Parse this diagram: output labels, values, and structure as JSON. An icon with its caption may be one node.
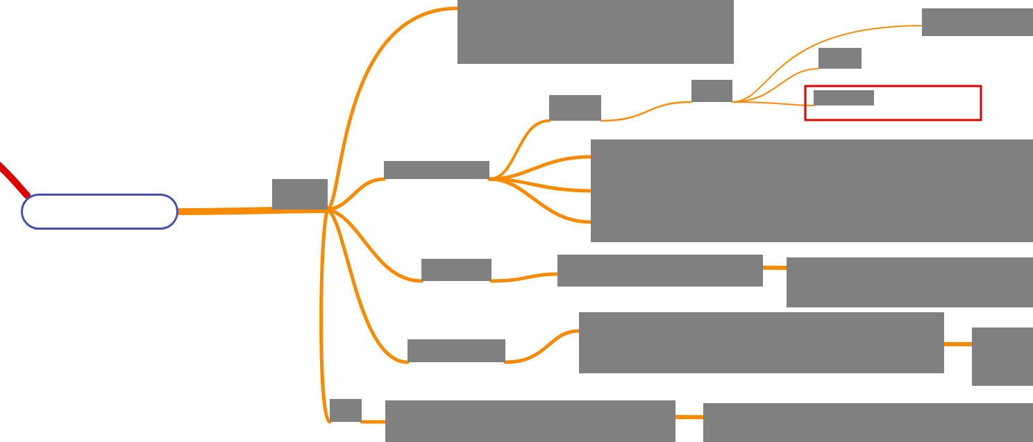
{
  "diagram": {
    "nodes": [
      {
        "text": [],
        "shape": "pill"
      },
      {
        "text": [],
        "shape": "box"
      },
      {
        "text": [],
        "shape": "box"
      },
      {
        "text": [],
        "shape": "box"
      },
      {
        "text": [],
        "shape": "box"
      },
      {
        "text": [],
        "shape": "box"
      },
      {
        "text": [],
        "shape": "box"
      },
      {
        "text": [],
        "shape": "box"
      },
      {
        "text": [],
        "shape": "box"
      },
      {
        "text": [],
        "shape": "box"
      },
      {
        "text": [],
        "shape": "box"
      },
      {
        "text": [],
        "shape": "box"
      },
      {
        "text": [],
        "shape": "box"
      },
      {
        "text": [],
        "shape": "box"
      },
      {
        "text": [],
        "shape": "box"
      },
      {
        "text": [],
        "shape": "box"
      },
      {
        "text": [],
        "shape": "box"
      },
      {
        "text": [],
        "shape": "box"
      },
      {
        "text": [],
        "shape": "box"
      }
    ],
    "edges": [
      {
        "from": null,
        "to": 0,
        "arrow": "none",
        "style": "thick",
        "color": "#dd0000"
      },
      {
        "from": 0,
        "to": 1,
        "arrow": "none",
        "style": "thick"
      },
      {
        "from": 1,
        "to": 2,
        "arrow": "none"
      },
      {
        "from": 1,
        "to": 3,
        "arrow": "none"
      },
      {
        "from": 3,
        "to": 4,
        "arrow": "none"
      },
      {
        "from": 4,
        "to": 5,
        "arrow": "none"
      },
      {
        "from": 5,
        "to": 6,
        "arrow": "none"
      },
      {
        "from": 5,
        "to": 7,
        "arrow": "none"
      },
      {
        "from": 5,
        "to": 8,
        "arrow": "none"
      },
      {
        "from": 3,
        "to": 9,
        "arrow": "none"
      },
      {
        "from": 3,
        "to": 9,
        "arrow": "none"
      },
      {
        "from": 3,
        "to": 9,
        "arrow": "none"
      },
      {
        "from": 1,
        "to": 10,
        "arrow": "none"
      },
      {
        "from": 10,
        "to": 11,
        "arrow": "none"
      },
      {
        "from": 11,
        "to": 12,
        "arrow": "none"
      },
      {
        "from": 1,
        "to": 13,
        "arrow": "none"
      },
      {
        "from": 13,
        "to": 14,
        "arrow": "none"
      },
      {
        "from": 14,
        "to": 15,
        "arrow": "none"
      },
      {
        "from": 1,
        "to": 16,
        "arrow": "none"
      },
      {
        "from": 16,
        "to": 17,
        "arrow": "none"
      },
      {
        "from": 17,
        "to": 18,
        "arrow": "none"
      }
    ]
  }
}
